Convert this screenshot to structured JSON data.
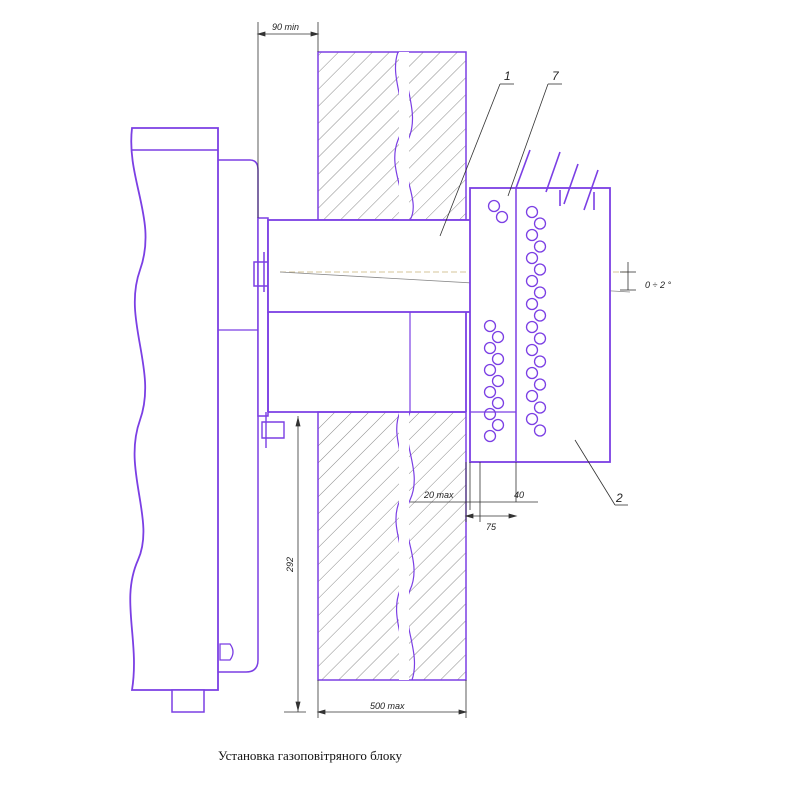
{
  "caption": "Установка газоповітряного блоку",
  "dimensions": {
    "top_gap": "90 min",
    "slope": "0 ÷ 2 °",
    "outer_gap": "20 max",
    "inner_offset": "40",
    "terminal_depth": "75",
    "height": "292",
    "wall_thickness": "500 max"
  },
  "callouts": {
    "pipe": "1",
    "terminal": "2",
    "bracket": "7"
  },
  "colors": {
    "outline": "#7b3fe4",
    "hatch": "#8a8a8a",
    "dim": "#333333"
  }
}
